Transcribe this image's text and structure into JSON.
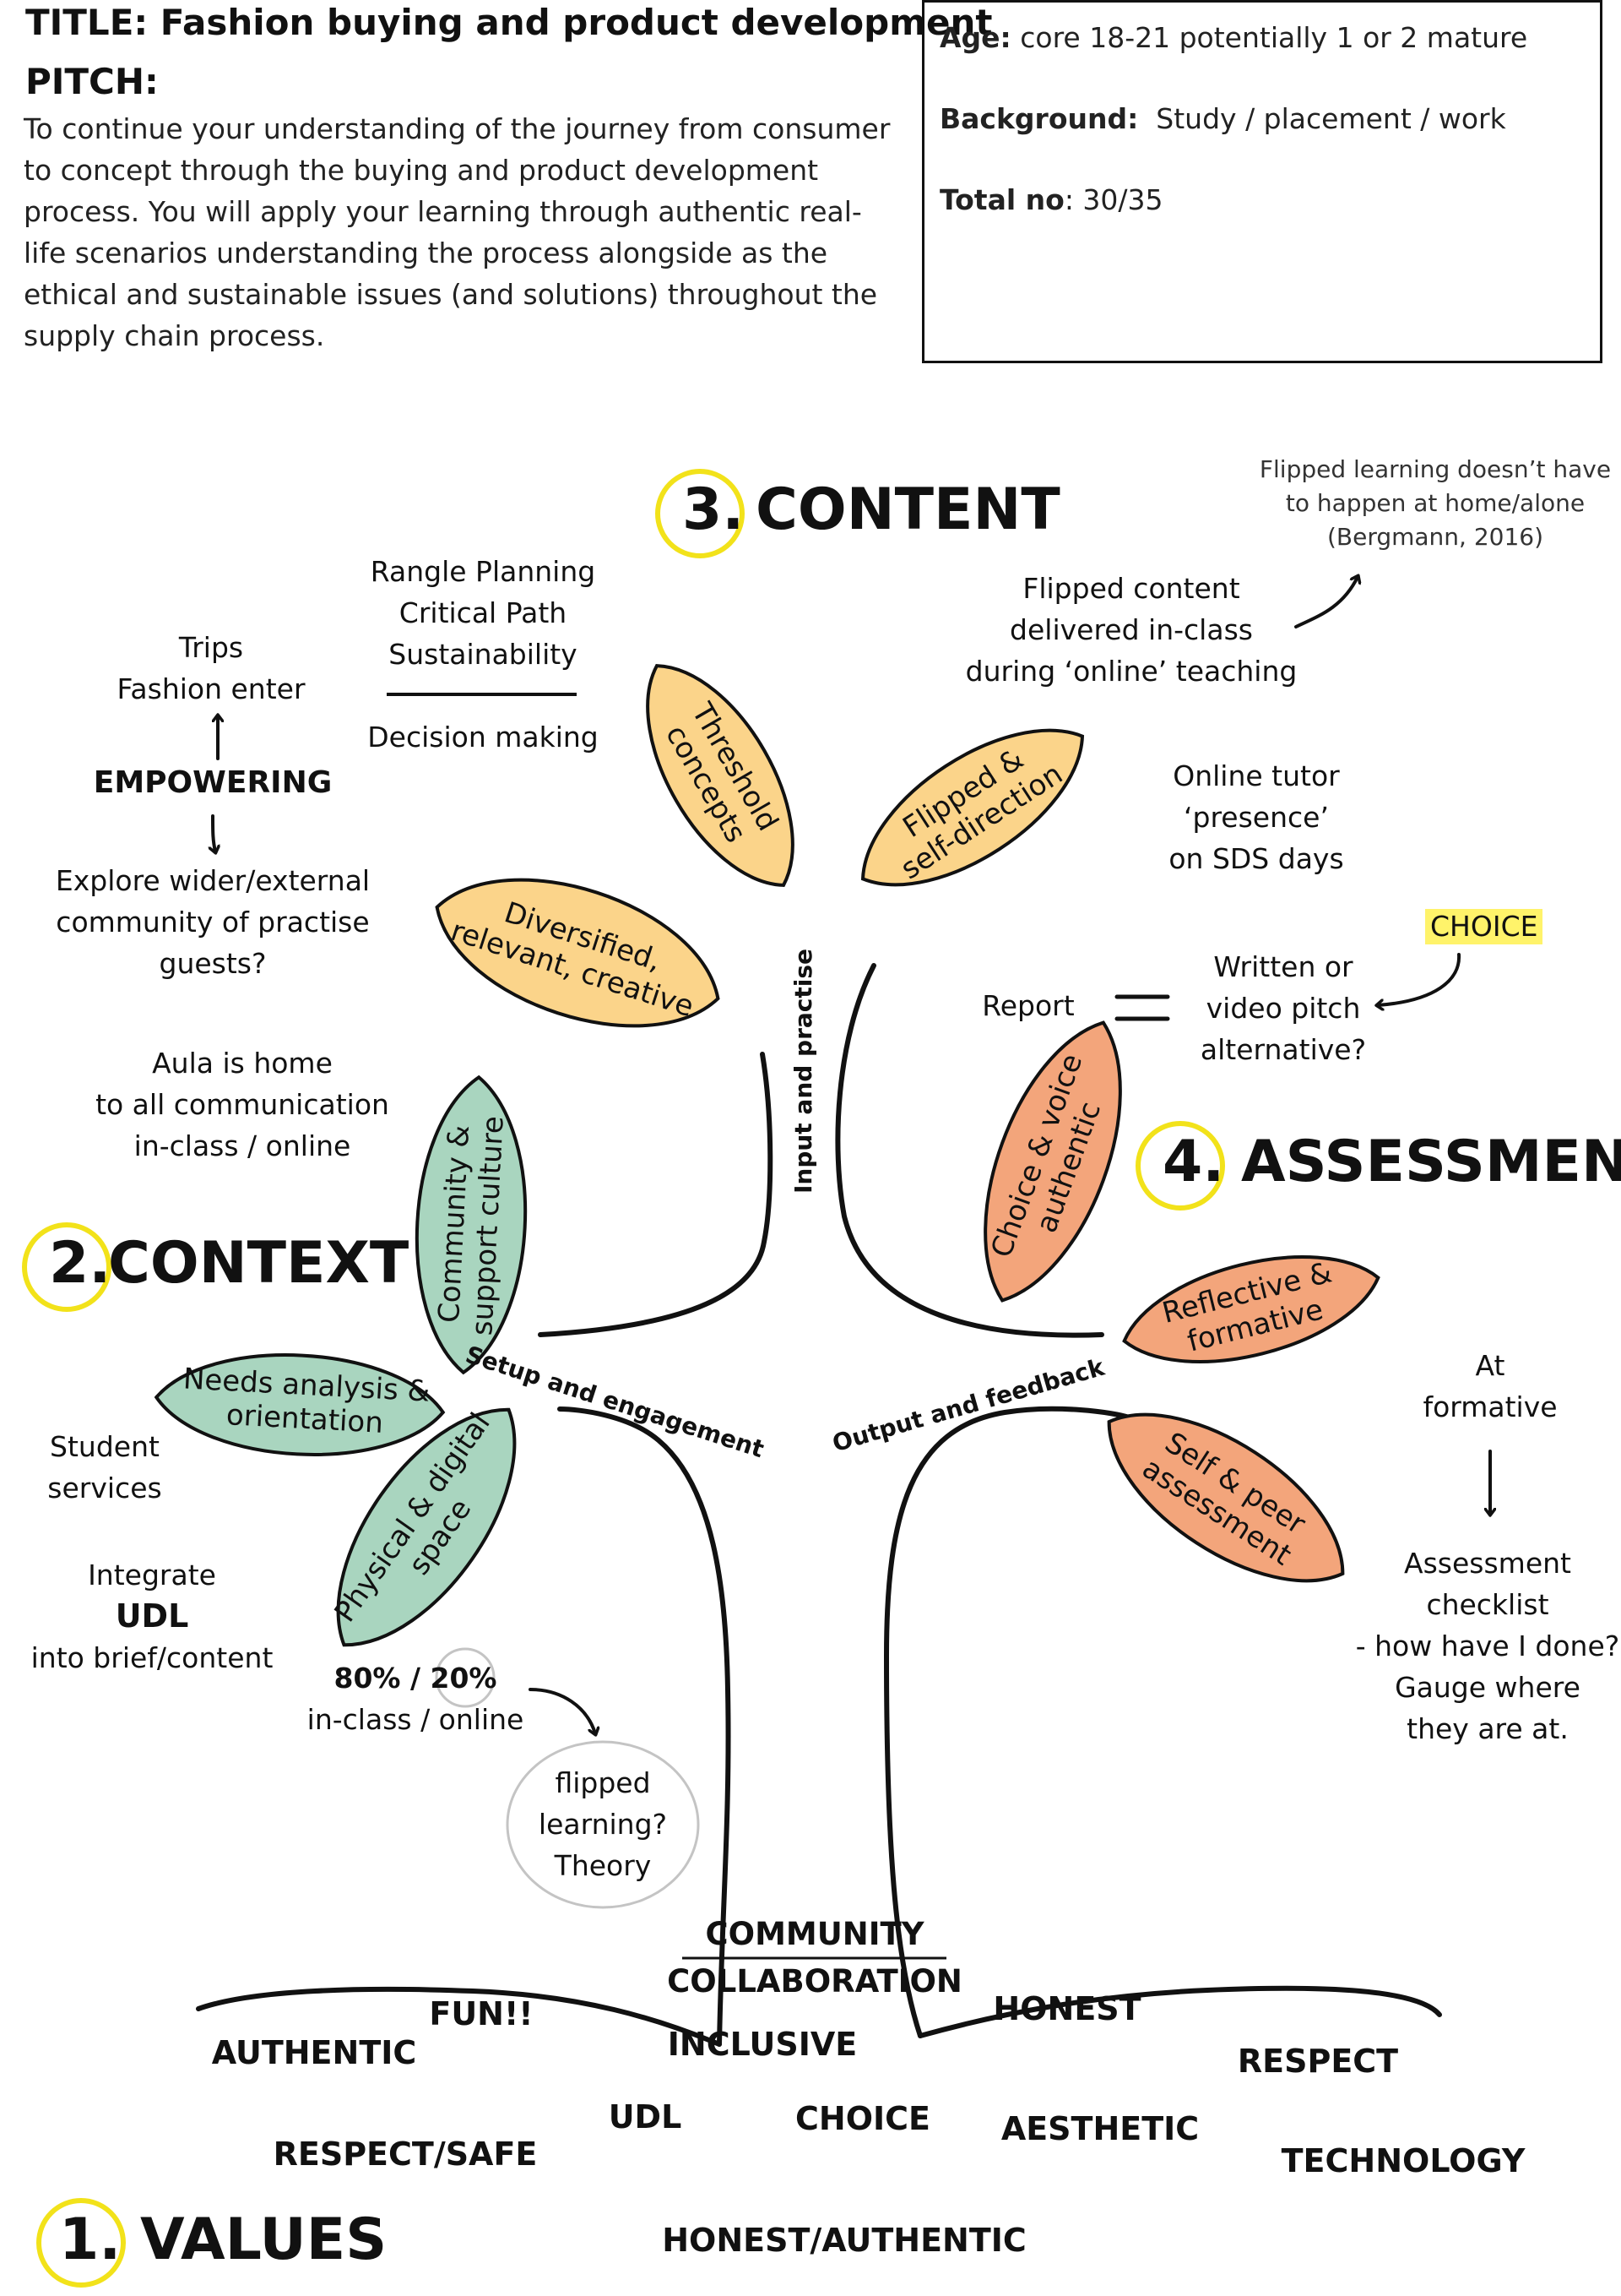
{
  "header": {
    "title": "TITLE: Fashion buying and product development",
    "pitch_label": "PITCH:",
    "pitch_text": "To continue your understanding of the journey from consumer to concept through the buying and product development process.  You will apply your learning through authentic real-life scenarios understanding the process alongside as the ethical and sustainable issues (and solutions) throughout the supply chain process."
  },
  "info_box": {
    "age_label": "Age:",
    "age_value": "core 18-21 potentially 1 or 2 mature",
    "background_label": "Background:",
    "background_value": "Study / placement / work",
    "total_label": "Total no",
    "total_value": ": 30/35"
  },
  "sections": {
    "values": {
      "number": "1.",
      "label": "VALUES"
    },
    "context": {
      "number": "2.",
      "label": "CONTEXT"
    },
    "content": {
      "number": "3.",
      "label": "CONTENT"
    },
    "assessment": {
      "number": "4.",
      "label": "ASSESSMENT"
    }
  },
  "branches": {
    "input": "Input and practise",
    "setup": "Setup and engagement",
    "output": "Output and feedback"
  },
  "leaves": {
    "threshold": [
      "Threshold",
      "concepts"
    ],
    "flipped": [
      "Flipped &",
      "self-direction"
    ],
    "diversified": [
      "Diversified,",
      "relevant, creative"
    ],
    "community": [
      "Community &",
      "support culture"
    ],
    "needs": [
      "Needs analysis &",
      "orientation"
    ],
    "physical": [
      "Physical & digital",
      "space"
    ],
    "choice_voice": [
      "Choice & voice",
      "authentic"
    ],
    "reflective": [
      "Reflective &",
      "formative"
    ],
    "self_peer": [
      "Self & peer",
      "assessment"
    ]
  },
  "notes": {
    "trips": [
      "Trips",
      "Fashion enter"
    ],
    "empowering": "EMPOWERING",
    "explore": [
      "Explore wider/external",
      "community of practise",
      "guests?"
    ],
    "range": [
      "Rangle Planning",
      "Critical Path",
      "Sustainability"
    ],
    "decision": "Decision making",
    "aula": [
      "Aula is home",
      "to all communication",
      "in-class / online"
    ],
    "student_services": [
      "Student",
      "services"
    ],
    "integrate_top": "Integrate",
    "integrate_udl": "UDL",
    "integrate_bottom": "into brief/content",
    "ratio_a": "80%",
    "ratio_sep": " / ",
    "ratio_b": "20%",
    "ratio_caption": "in-class / online",
    "flipped_theory": [
      "flipped",
      "learning?",
      "Theory"
    ],
    "flipped_quote": [
      "Flipped learning doesn’t have",
      "to happen at home/alone",
      "(Bergmann, 2016)"
    ],
    "flipped_content": [
      "Flipped content",
      "delivered in-class",
      "during ‘online’ teaching"
    ],
    "online_tutor": [
      "Online tutor",
      "‘presence’",
      "on SDS days"
    ],
    "choice_tag": "CHOICE",
    "report": "Report",
    "written": [
      "Written or",
      "video pitch",
      "alternative?"
    ],
    "at_formative": [
      "At",
      "formative"
    ],
    "checklist": [
      "Assessment",
      "checklist",
      "- how have I done?",
      "Gauge where",
      "they are at."
    ]
  },
  "values_words": {
    "community": "COMMUNITY",
    "collaboration": "COLLABORATION",
    "fun": "FUN!!",
    "authentic": "AUTHENTIC",
    "inclusive": "INCLUSIVE",
    "honest": "HONEST",
    "respect": "RESPECT",
    "udl": "UDL",
    "choice": "CHOICE",
    "aesthetic": "AESTHETIC",
    "respect_safe": "RESPECT/SAFE",
    "technology": "TECHNOLOGY",
    "honest_authentic": "HONEST/AUTHENTIC"
  },
  "colors": {
    "content_leaf": "#fbd48a",
    "context_leaf": "#a9d5bf",
    "assessment_leaf": "#f3a57b",
    "number_circle": "#f2e21a",
    "highlight": "#fff36a"
  }
}
